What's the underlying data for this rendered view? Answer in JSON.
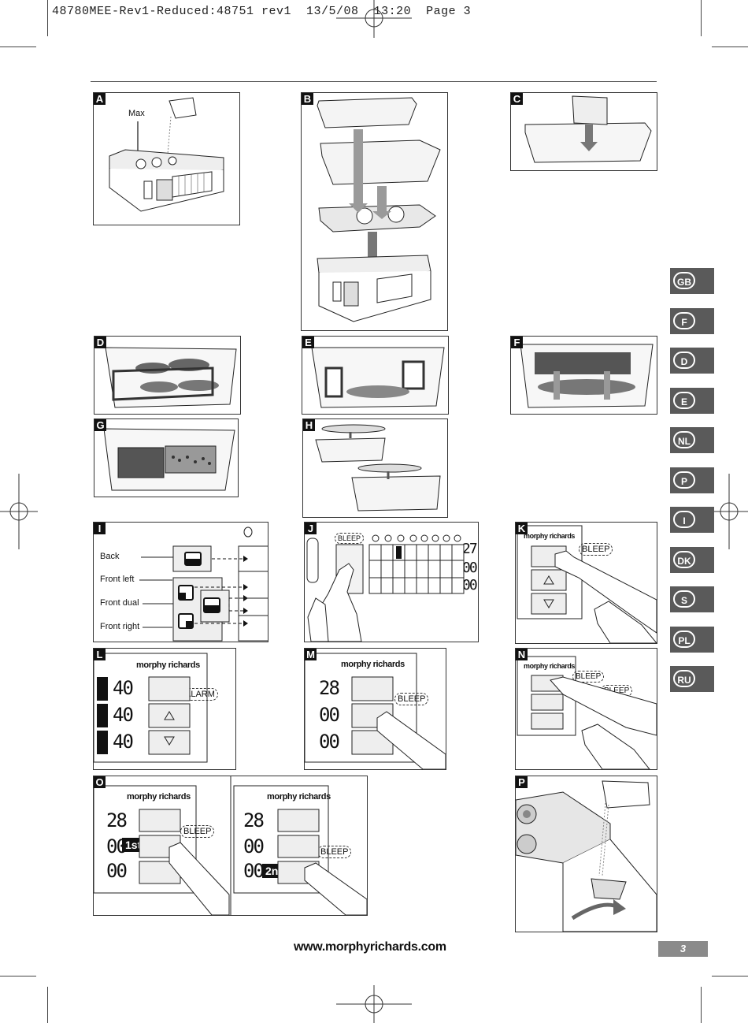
{
  "slug_line": "48780MEE-Rev1-Reduced:48751 rev1  13/5/08  13:20  Page 3",
  "panels": {
    "A": {
      "label": "A",
      "max": "Max"
    },
    "B": {
      "label": "B"
    },
    "C": {
      "label": "C"
    },
    "D": {
      "label": "D"
    },
    "E": {
      "label": "E"
    },
    "F": {
      "label": "F"
    },
    "G": {
      "label": "G"
    },
    "H": {
      "label": "H"
    },
    "I": {
      "label": "I",
      "back": "Back",
      "front_left": "Front left",
      "front_dual": "Front dual",
      "front_right": "Front right"
    },
    "J": {
      "label": "J",
      "bleep": "BLEEP",
      "digits": [
        "27",
        "00",
        "00"
      ]
    },
    "K": {
      "label": "K",
      "brand": "morphy richards",
      "bleep": "BLEEP"
    },
    "L": {
      "label": "L",
      "brand": "morphy richards",
      "alarm": "ALARM",
      "digits": [
        "40",
        "40",
        "40"
      ]
    },
    "M": {
      "label": "M",
      "brand": "morphy richards",
      "bleep": "BLEEP",
      "digits": [
        "28",
        "00",
        "00"
      ]
    },
    "N": {
      "label": "N",
      "brand": "morphy richards",
      "bleep1": "BLEEP",
      "bleep2": "BLEEP"
    },
    "O": {
      "label": "O",
      "brand1": "morphy richards",
      "brand2": "morphy richards",
      "bleep1": "BLEEP",
      "bleep2": "BLEEP",
      "first": "1st",
      "second": "2nd",
      "digits": [
        "28",
        "00",
        "00"
      ]
    },
    "P": {
      "label": "P"
    }
  },
  "languages": [
    "GB",
    "F",
    "D",
    "E",
    "NL",
    "P",
    "I",
    "DK",
    "S",
    "PL",
    "RU"
  ],
  "footer": {
    "url": "www.morphyrichards.com",
    "page_number": "3"
  }
}
